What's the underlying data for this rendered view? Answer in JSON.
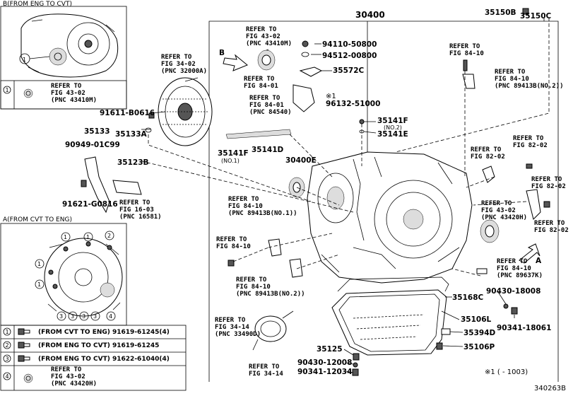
{
  "inset_b": {
    "title": "B(FROM ENG TO CVT)",
    "legend": [
      {
        "num": "1",
        "text": "REFER TO\nFIG 43-02\n(PNC 43410M)"
      }
    ]
  },
  "inset_a": {
    "title": "A(FROM CVT TO ENG)",
    "legend": [
      {
        "num": "1",
        "text": "(FROM CVT TO ENG) 91619-61245(4)"
      },
      {
        "num": "2",
        "text": "(FROM ENG TO CVT) 91619-61245"
      },
      {
        "num": "3",
        "text": "(FROM ENG TO CVT) 91622-61040(4)"
      },
      {
        "num": "4",
        "text": "REFER TO\nFIG 43-02\n(PNC 43420H)"
      }
    ]
  },
  "part_labels": [
    {
      "id": "p30400",
      "text": "30400"
    },
    {
      "id": "p35150B",
      "text": "35150B"
    },
    {
      "id": "p35150C",
      "text": "35150C"
    },
    {
      "id": "p94110",
      "text": "94110-50800"
    },
    {
      "id": "p94512",
      "text": "94512-00800"
    },
    {
      "id": "p35572C",
      "text": "35572C"
    },
    {
      "id": "p96132",
      "text": "96132-51000"
    },
    {
      "id": "p35141Fn2",
      "text": "35141F"
    },
    {
      "id": "pno2",
      "text": "(NO.2)"
    },
    {
      "id": "p35141E",
      "text": "35141E"
    },
    {
      "id": "p35141Fn1",
      "text": "35141F"
    },
    {
      "id": "pno1",
      "text": "(NO.1)"
    },
    {
      "id": "p35141D",
      "text": "35141D"
    },
    {
      "id": "p30400E",
      "text": "30400E"
    },
    {
      "id": "p91611",
      "text": "91611-B0616"
    },
    {
      "id": "p35133",
      "text": "35133"
    },
    {
      "id": "p35133A",
      "text": "35133A"
    },
    {
      "id": "p90949",
      "text": "90949-01C99"
    },
    {
      "id": "p35123B",
      "text": "35123B"
    },
    {
      "id": "p91621",
      "text": "91621-G0816"
    },
    {
      "id": "p35168C",
      "text": "35168C"
    },
    {
      "id": "p90430a",
      "text": "90430-18008"
    },
    {
      "id": "p90341a",
      "text": "90341-18061"
    },
    {
      "id": "p35106L",
      "text": "35106L"
    },
    {
      "id": "p35394D",
      "text": "35394D"
    },
    {
      "id": "p35125",
      "text": "35125"
    },
    {
      "id": "p35106P",
      "text": "35106P"
    },
    {
      "id": "p90430b",
      "text": "90430-12008"
    },
    {
      "id": "p90341b",
      "text": "90341-12034"
    }
  ],
  "refer_labels": [
    {
      "id": "r1",
      "text": "REFER TO\nFIG 43-02\n(PNC 43410M)"
    },
    {
      "id": "r2",
      "text": "REFER TO\nFIG 34-02\n(PNC 32000A)"
    },
    {
      "id": "r3",
      "text": "REFER TO\nFIG 84-01"
    },
    {
      "id": "r4",
      "text": "REFER TO\nFIG 84-01\n(PNC 84540)"
    },
    {
      "id": "r5",
      "text": "REFER TO\nFIG 84-10"
    },
    {
      "id": "r6",
      "text": "REFER TO\nFIG 84-10\n(PNC 89413B(NO.2))"
    },
    {
      "id": "r7",
      "text": "REFER TO\nFIG 82-02"
    },
    {
      "id": "r8",
      "text": "REFER TO\nFIG 82-02"
    },
    {
      "id": "r9",
      "text": "REFER TO\nFIG 82-02"
    },
    {
      "id": "r10",
      "text": "REFER TO\nFIG 43-02\n(PNC 43420H)"
    },
    {
      "id": "r11",
      "text": "REFER TO\nFIG 82-02"
    },
    {
      "id": "r12",
      "text": "REFER TO\nFIG 84-10\n(PNC 89637K)"
    },
    {
      "id": "r13",
      "text": "REFER TO\nFIG 84-10\n(PNC 89413B(NO.1))"
    },
    {
      "id": "r14",
      "text": "REFER TO\nFIG 84-10"
    },
    {
      "id": "r15",
      "text": "REFER TO\nFIG 84-10\n(PNC 89413B(NO.2))"
    },
    {
      "id": "r16",
      "text": "REFER TO\nFIG 16-03\n(PNC 16581)"
    },
    {
      "id": "r17",
      "text": "REFER TO\nFIG 34-14\n(PNC 33490D)"
    },
    {
      "id": "r18",
      "text": "REFER TO\nFIG 34-14"
    }
  ],
  "markers": {
    "b": "B",
    "a": "A",
    "note1": "※1",
    "footnote": "※1 (    - 1003)",
    "drawing_id": "340263B"
  }
}
